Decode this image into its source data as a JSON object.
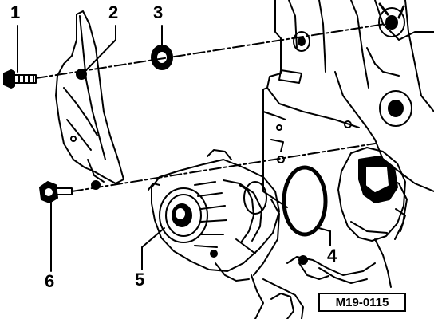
{
  "callouts": {
    "c1": "1",
    "c2": "2",
    "c3": "3",
    "c4": "4",
    "c5": "5",
    "c6": "6"
  },
  "reference_code": "M19-0115",
  "colors": {
    "ink": "#000000",
    "paper": "#ffffff"
  }
}
